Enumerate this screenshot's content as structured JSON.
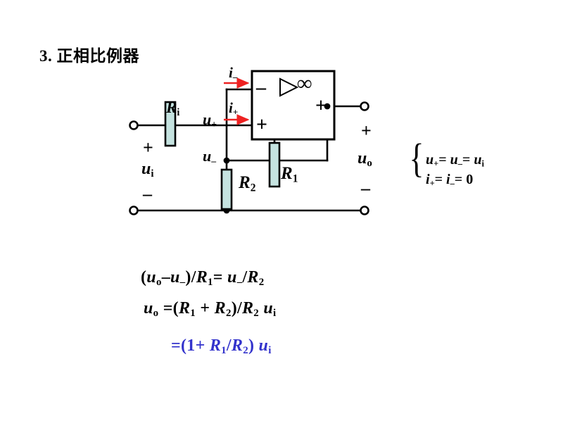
{
  "slide": {
    "title": "3. 正相比例器",
    "background_color": "#ffffff"
  },
  "circuit": {
    "name": "non-inverting-amplifier",
    "colors": {
      "wire": "#000000",
      "resistor_fill": "#c5e3e0",
      "resistor_stroke": "#000000",
      "current_arrow": "#ee2222",
      "text": "#000000"
    },
    "labels": {
      "r_input": "R",
      "r_input_sub": "i",
      "r1": "R",
      "r1_sub": "1",
      "r2": "R",
      "r2_sub": "2",
      "i_minus": "i",
      "i_minus_sub": "–",
      "i_plus": "i",
      "i_plus_sub": "+",
      "u_plus": "u",
      "u_plus_sub": "+",
      "u_minus": "u",
      "u_minus_sub": "–",
      "u_in": "u",
      "u_in_sub": "i",
      "u_out": "u",
      "u_out_sub": "o",
      "input_plus": "+",
      "input_minus": "–",
      "output_plus": "+",
      "output_minus": "–",
      "opamp_inverting": "–",
      "opamp_noninverting": "+",
      "opamp_output": "+",
      "opamp_gain": "∞"
    }
  },
  "rules": {
    "line1": "u+= u–= ui",
    "line2": "i+= i–= 0",
    "brace": "{"
  },
  "equations": {
    "line1": "(uo–u–)/R1= u–/R2",
    "line2": "uo =(R1 + R2)/R2 ui",
    "line3": "=(1+ R1/R2) ui",
    "line3_color": "#3333cc"
  }
}
